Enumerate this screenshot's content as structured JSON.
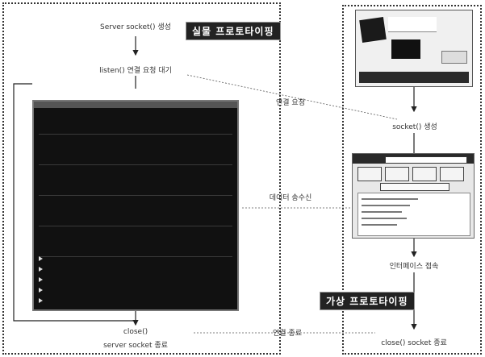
{
  "server": {
    "create_label": "Server socket() 생성",
    "listen_label": "listen() 연결 요청 대기",
    "close_label_1": "close()",
    "close_label_2": "server socket 종료"
  },
  "client": {
    "socket_label": "socket() 생성",
    "interface_label": "인터페이스 접속",
    "close_label": "close() socket 종료"
  },
  "middle": {
    "connect_request": "연결 요청",
    "data_exchange": "데이터 송수신",
    "disconnect": "연결 종료"
  },
  "tags": {
    "physical": "실물 프로토타이핑",
    "virtual": "가상 프로토타이핑"
  },
  "colors": {
    "tag_bg": "#222222",
    "terminal_bg": "#111111",
    "panel_border": "#333333"
  }
}
